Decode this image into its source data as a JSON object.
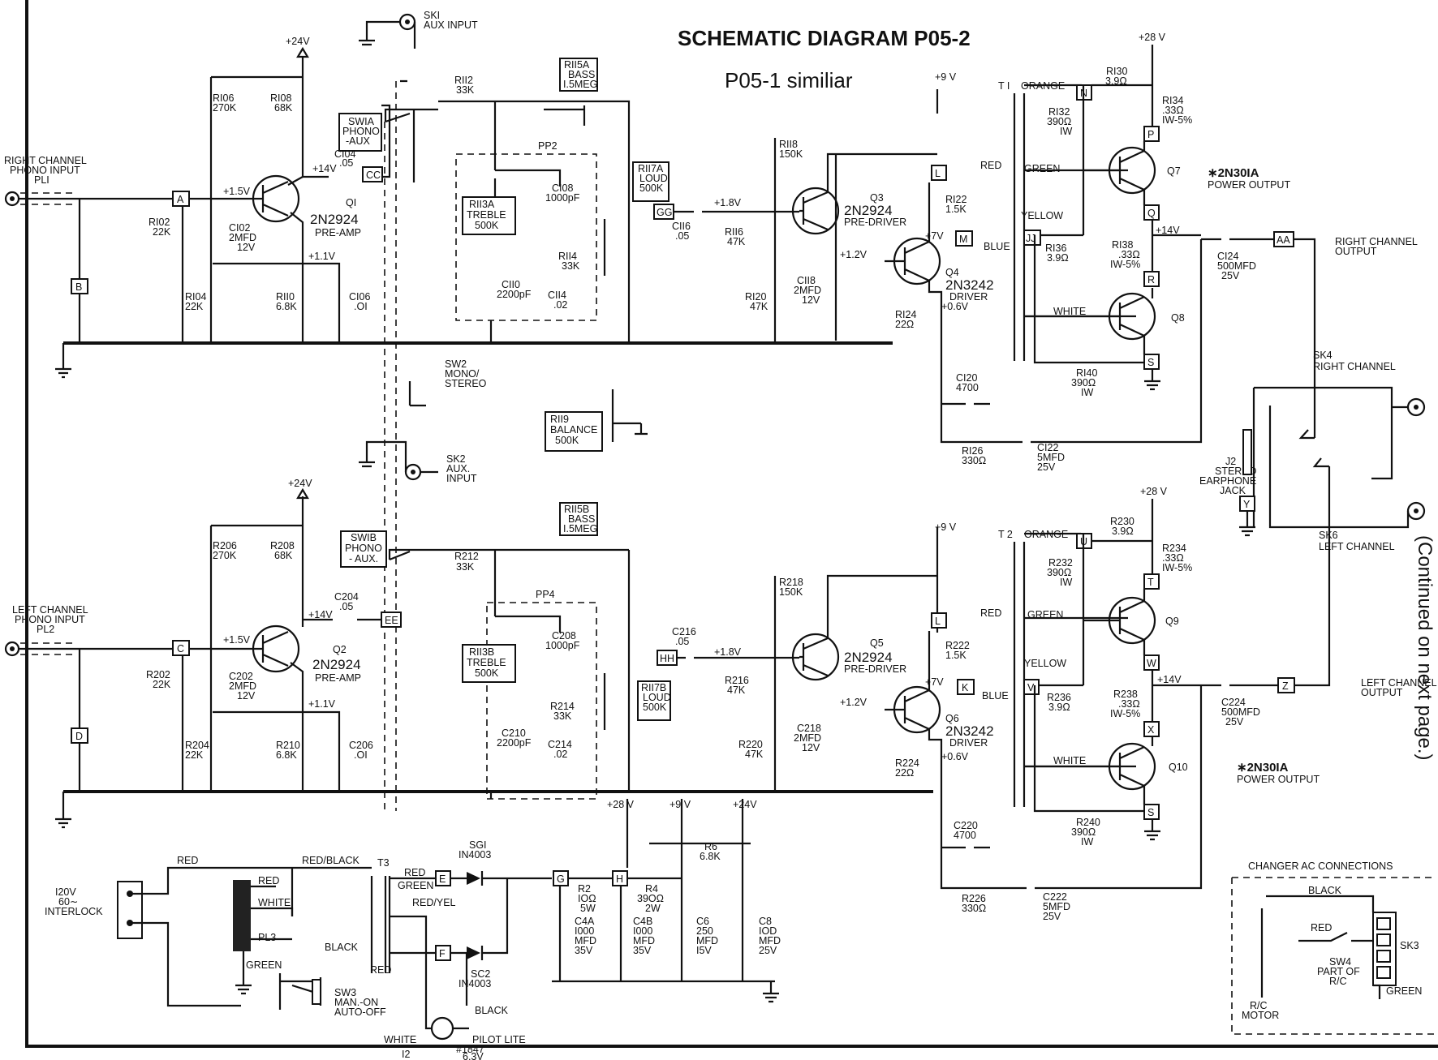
{
  "title": "SCHEMATIC DIAGRAM P05-2",
  "subtitle": "P05-1 similiar",
  "continued": "(Continued on next page.)",
  "rails": {
    "v24_top": "+24V",
    "v24_mid": "+24V",
    "v9_top": "+9 V",
    "v9_mid": "+9 V",
    "v28_top": "+28 V",
    "v28_mid": "+28 V",
    "ps28": "+28 V",
    "ps9": "+9 V",
    "ps24": "+24V"
  },
  "inputs": {
    "sk1": [
      "SKI",
      "AUX INPUT"
    ],
    "sk2": [
      "SK2",
      "AUX.",
      "INPUT"
    ],
    "right_phono": [
      "RIGHT CHANNEL",
      "PHONO INPUT",
      "PLI"
    ],
    "left_phono": [
      "LEFT CHANNEL",
      "PHONO INPUT",
      "PL2"
    ]
  },
  "switches": {
    "sw1a": [
      "SWIA",
      "PHONO",
      "-AUX"
    ],
    "sw1b": [
      "SWIB",
      "PHONO",
      "- AUX."
    ],
    "sw2": [
      "SW2",
      "MONO/",
      "STEREO"
    ],
    "sw3": [
      "SW3",
      "MAN.-ON",
      "AUTO-OFF"
    ],
    "sw4": [
      "SW4",
      "PART OF",
      "R/C"
    ]
  },
  "pots": {
    "r115a": [
      "RII5A",
      "BASS",
      "I.5MEG"
    ],
    "r115b": [
      "RII5B",
      "BASS",
      "I.5MEG"
    ],
    "r113a": [
      "RII3A",
      "TREBLE",
      "500K"
    ],
    "r113b": [
      "RII3B",
      "TREBLE",
      "500K"
    ],
    "r117a": [
      "RII7A",
      "LOUD",
      "500K"
    ],
    "r117b": [
      "RII7B",
      "LOUD",
      "500K"
    ],
    "r119": [
      "RII9",
      "BALANCE",
      "500K"
    ]
  },
  "connectors": {
    "A": "A",
    "B": "B",
    "C": "C",
    "D": "D",
    "E": "E",
    "F": "F",
    "G": "G",
    "H": "H",
    "L1": "L",
    "L2": "L",
    "M": "M",
    "K": "K",
    "N": "N",
    "P": "P",
    "Q": "Q",
    "R": "R",
    "S1": "S",
    "S2": "S",
    "T": "T",
    "U": "U",
    "V": "V",
    "W": "W",
    "X": "X",
    "Y": "Y",
    "Z": "Z",
    "AA": "AA",
    "CC": "CC",
    "EE": "EE",
    "GG": "GG",
    "HH": "HH",
    "JJ": "JJ"
  },
  "right_channel": {
    "r106": [
      "RI06",
      "270K"
    ],
    "r108": [
      "RI08",
      "68K"
    ],
    "c104": [
      "CI04",
      ".05"
    ],
    "q1": [
      "QI",
      "2N2924",
      "PRE-AMP"
    ],
    "v_q1b": "+1.5V",
    "v_q1c": "+14V",
    "r102": [
      "RI02",
      "22K"
    ],
    "c102": [
      "CI02",
      "2MFD",
      "12V"
    ],
    "v_q1e": "+1.1V",
    "r104": [
      "RI04",
      "22K"
    ],
    "r110": [
      "RII0",
      "6.8K"
    ],
    "c106": [
      "CI06",
      ".OI"
    ],
    "r112": [
      "RII2",
      "33K"
    ],
    "pp2": "PP2",
    "c108": [
      "CI08",
      "1000pF"
    ],
    "c110": [
      "CII0",
      "2200pF"
    ],
    "r114": [
      "RII4",
      "33K"
    ],
    "c114": [
      "CII4",
      ".02"
    ],
    "c116": [
      "CII6",
      ".05"
    ],
    "v_q3b": "+1.8V",
    "r118": [
      "RII8",
      "150K"
    ],
    "r116": [
      "RII6",
      "47K"
    ],
    "r120": [
      "RI20",
      "47K"
    ],
    "c118": [
      "CII8",
      "2MFD",
      "12V"
    ],
    "v_q3e": "+1.2V",
    "q3": [
      "Q3",
      "2N2924",
      "PRE-DRIVER"
    ],
    "r122": [
      "RI22",
      "1.5K"
    ],
    "v_q4b": "+7V",
    "q4": [
      "Q4",
      "2N3242",
      "DRIVER"
    ],
    "v_q4e": "+0.6V",
    "r124": [
      "RI24",
      "22Ω"
    ],
    "c120": [
      "CI20",
      "4700"
    ],
    "r126": [
      "RI26",
      "330Ω"
    ],
    "c122": [
      "CI22",
      "5MFD",
      "25V"
    ],
    "t1": "T I",
    "r130": [
      "RI30",
      "3.9Ω"
    ],
    "r132": [
      "RI32",
      "390Ω",
      "IW"
    ],
    "r134": [
      "RI34",
      ".33Ω",
      "IW-5%"
    ],
    "q7": "Q7",
    "r136": [
      "RI36",
      "3.9Ω"
    ],
    "r138": [
      "RI38",
      ".33Ω",
      "IW-5%"
    ],
    "v_out": "+14V",
    "c124": [
      "CI24",
      "500MFD",
      "25V"
    ],
    "q8": "Q8",
    "r140": [
      "RI40",
      "390Ω",
      "IW"
    ],
    "output": [
      "RIGHT CHANNEL",
      "OUTPUT"
    ]
  },
  "left_channel": {
    "r206": [
      "R206",
      "270K"
    ],
    "r208": [
      "R208",
      "68K"
    ],
    "c204": [
      "C204",
      ".05"
    ],
    "q2": [
      "Q2",
      "2N2924",
      "PRE-AMP"
    ],
    "v_q2b": "+1.5V",
    "v_q2c": "+14V",
    "r202": [
      "R202",
      "22K"
    ],
    "c202": [
      "C202",
      "2MFD",
      "12V"
    ],
    "v_q2e": "+1.1V",
    "r204": [
      "R204",
      "22K"
    ],
    "r210": [
      "R210",
      "6.8K"
    ],
    "c206": [
      "C206",
      ".OI"
    ],
    "r212": [
      "R212",
      "33K"
    ],
    "pp4": "PP4",
    "c208": [
      "C208",
      "1000pF"
    ],
    "c210": [
      "C210",
      "2200pF"
    ],
    "r214": [
      "R214",
      "33K"
    ],
    "c214": [
      "C214",
      ".02"
    ],
    "c216": [
      "C216",
      ".05"
    ],
    "v_q5b": "+1.8V",
    "r218": [
      "R218",
      "150K"
    ],
    "r216": [
      "R216",
      "47K"
    ],
    "r220": [
      "R220",
      "47K"
    ],
    "c218": [
      "C218",
      "2MFD",
      "12V"
    ],
    "v_q5e": "+1.2V",
    "q5": [
      "Q5",
      "2N2924",
      "PRE-DRIVER"
    ],
    "r222": [
      "R222",
      "1.5K"
    ],
    "v_q6b": "+7V",
    "q6": [
      "Q6",
      "2N3242",
      "DRIVER"
    ],
    "v_q6e": "+0.6V",
    "r224": [
      "R224",
      "22Ω"
    ],
    "c220": [
      "C220",
      "4700"
    ],
    "r226": [
      "R226",
      "330Ω"
    ],
    "c222": [
      "C222",
      "5MFD",
      "25V"
    ],
    "t2": "T 2",
    "r230": [
      "R230",
      "3.9Ω"
    ],
    "r232": [
      "R232",
      "390Ω",
      "IW"
    ],
    "r234": [
      "R234",
      ".33Ω",
      "IW-5%"
    ],
    "q9": "Q9",
    "r236": [
      "R236",
      "3.9Ω"
    ],
    "r238": [
      "R238",
      ".33Ω",
      "IW-5%"
    ],
    "v_out": "+14V",
    "c224": [
      "C224",
      "500MFD",
      "25V"
    ],
    "q10": "Q10",
    "r240": [
      "R240",
      "390Ω",
      "IW"
    ],
    "output": [
      "LEFT CHANNEL",
      "OUTPUT"
    ]
  },
  "wire_colors": {
    "orange": "ORANGE",
    "green": "GREEN",
    "red": "RED",
    "blue": "BLUE",
    "yellow": "YELLOW",
    "white": "WHITE",
    "black": "BLACK",
    "red_black": "RED/BLACK",
    "red_yel": "RED/YEL"
  },
  "power_output_note": [
    "∗2N30IA",
    "POWER OUTPUT"
  ],
  "output_jacks": {
    "sk4": [
      "SK4",
      "RIGHT CHANNEL"
    ],
    "sk6": [
      "SK6",
      "LEFT CHANNEL"
    ],
    "j2": [
      "J2",
      "STEREO",
      "EARPHONE",
      "JACK"
    ]
  },
  "power_supply": {
    "mains": [
      "I20V",
      "60∼",
      "INTERLOCK"
    ],
    "pl3": "PL3",
    "t3": "T3",
    "sg1": [
      "SGI",
      "IN4003"
    ],
    "sc2": [
      "SC2",
      "IN4003"
    ],
    "r2": [
      "R2",
      "IOΩ",
      "5W"
    ],
    "r4": [
      "R4",
      "39OΩ",
      "2W"
    ],
    "r6": [
      "R6",
      "6.8K"
    ],
    "c4a": [
      "C4A",
      "I000",
      "MFD",
      "35V"
    ],
    "c4b": [
      "C4B",
      "I000",
      "MFD",
      "35V"
    ],
    "c6": [
      "C6",
      "250",
      "MFD",
      "I5V"
    ],
    "c8": [
      "C8",
      "IOD",
      "MFD",
      "25V"
    ],
    "pilot": [
      "PILOT LITE",
      "#1847",
      "6.3V"
    ],
    "i2": "I2"
  },
  "changer": {
    "title": "CHANGER AC CONNECTIONS",
    "motor": [
      "R/C",
      "MOTOR"
    ],
    "sk3": "SK3"
  }
}
